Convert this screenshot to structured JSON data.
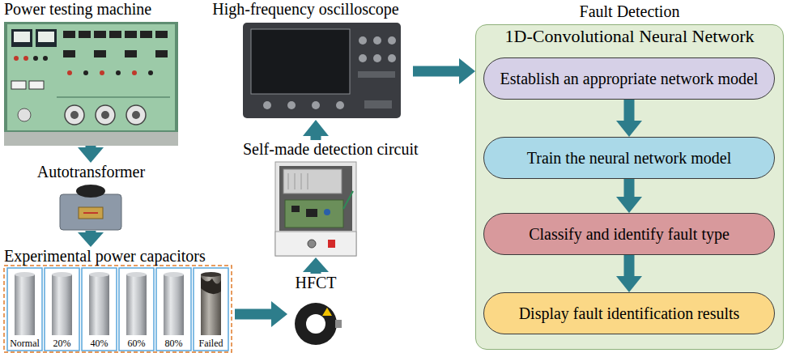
{
  "diagram": {
    "nodes": [
      {
        "text": [
          "Power testing machine"
        ]
      },
      {
        "text": [
          "Autotransformer"
        ]
      },
      {
        "text": [
          "Experimental power capacitors"
        ]
      },
      {
        "text": [
          "HFCT"
        ]
      },
      {
        "text": [
          "Self-made detection circuit"
        ]
      },
      {
        "text": [
          "High-frequency oscilloscope"
        ]
      },
      {
        "text": [
          "Fault Detection",
          "1D-Convolutional Neural Network"
        ]
      },
      {
        "text": [
          "Establish an appropriate network model"
        ],
        "in": 6
      },
      {
        "text": [
          "Train the neural network model"
        ],
        "in": 6
      },
      {
        "text": [
          "Classify and identify fault type"
        ],
        "in": 6
      },
      {
        "text": [
          "Display fault identification results"
        ],
        "in": 6
      }
    ],
    "edges": [
      {
        "from": 0,
        "to": 1,
        "arrow": "to"
      },
      {
        "from": 1,
        "to": 2,
        "arrow": "to"
      },
      {
        "from": 2,
        "to": 3,
        "arrow": "to"
      },
      {
        "from": 3,
        "to": 4,
        "arrow": "to"
      },
      {
        "from": 4,
        "to": 5,
        "arrow": "to"
      },
      {
        "from": 5,
        "to": 6,
        "arrow": "to"
      },
      {
        "from": 7,
        "to": 8,
        "arrow": "to"
      },
      {
        "from": 8,
        "to": 9,
        "arrow": "to"
      },
      {
        "from": 9,
        "to": 10,
        "arrow": "to"
      }
    ],
    "labels": [
      "Normal",
      "20%",
      "40%",
      "60%",
      "80%",
      "Failed"
    ]
  }
}
